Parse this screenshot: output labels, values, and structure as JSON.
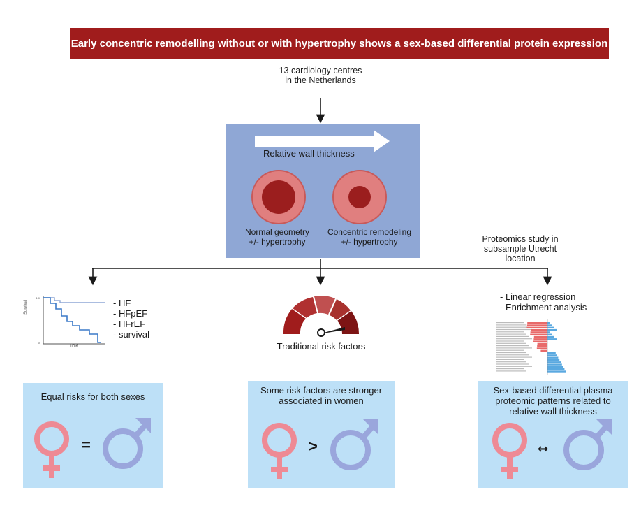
{
  "title": "Early concentric remodelling without or with hypertrophy shows a sex-based differential protein expression",
  "source": "13 cardiology centres in the Netherlands",
  "center_panel": {
    "arrow_label": "Relative wall thickness",
    "left_label_line1": "Normal geometry",
    "left_label_line2": "+/- hypertrophy",
    "right_label_line1": "Concentric remodeling",
    "right_label_line2": "+/- hypertrophy"
  },
  "proteomics_note": "Proteomics study in subsample Utrecht location",
  "survival_plot": {
    "ylabel": "Survival",
    "xlabel": "Time",
    "outcomes": [
      "- HF",
      "- HFpEF",
      "- HFrEF",
      "- survival"
    ]
  },
  "risk_gauge_label": "Traditional risk factors",
  "analysis_list": [
    "- Linear regression",
    "- Enrichment analysis"
  ],
  "boxes": {
    "left": {
      "text": "Equal risks for both sexes",
      "operator": "="
    },
    "middle": {
      "text": "Some risk factors are stronger associated in women",
      "operator": ">"
    },
    "right": {
      "text": "Sex-based differential plasma proteomic patterns related to relative wall thickness",
      "operator": "↔"
    }
  },
  "colors": {
    "banner": "#a01c1c",
    "panel": "#8fa7d5",
    "box": "#bde0f7",
    "female": "#ee8a95",
    "male": "#9aa6dc",
    "outer_circle": "#e07f7f",
    "inner_circle": "#9b1e1e",
    "survival_line": "#3c7ac8",
    "bar_red": "#e86a6a",
    "bar_blue": "#5aa9e0"
  }
}
